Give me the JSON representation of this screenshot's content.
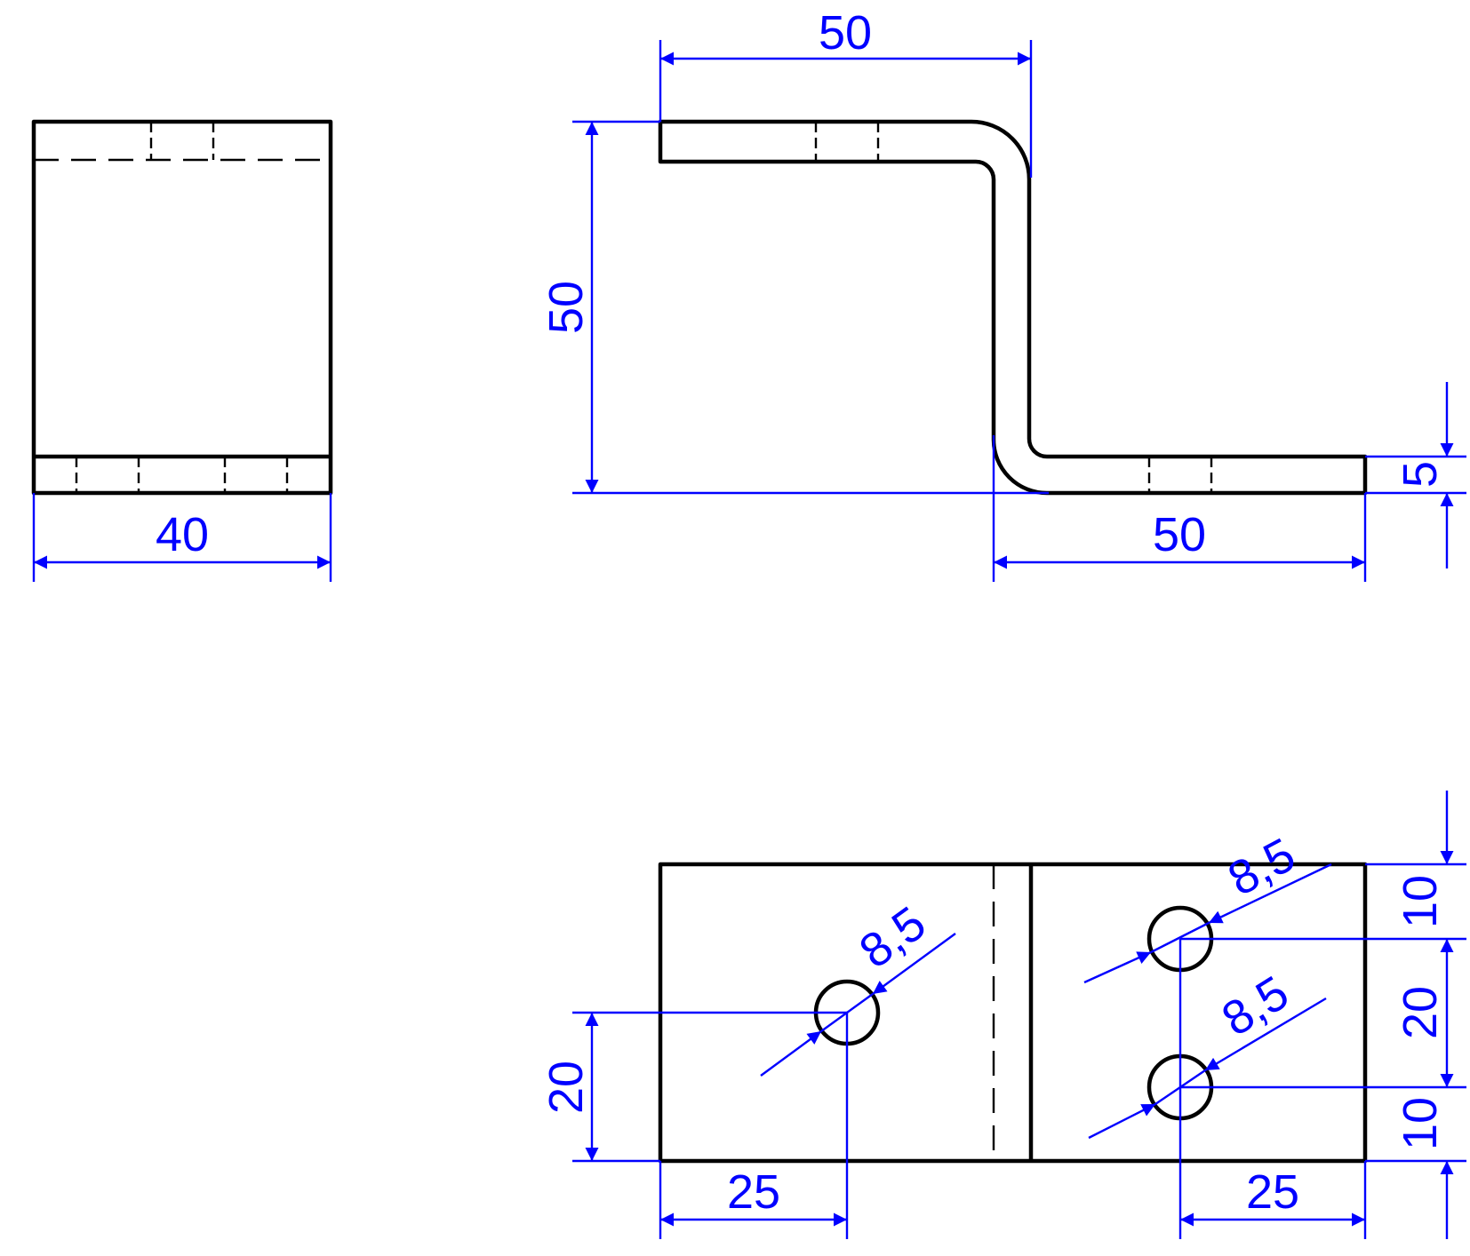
{
  "drawing": {
    "colors": {
      "object_lines": "#000000",
      "dimension_lines": "#0000ff",
      "background": "#ffffff"
    },
    "side_view": {
      "width_dim": "40"
    },
    "front_view": {
      "top_flange_length_dim": "50",
      "overall_height_dim": "50",
      "bottom_flange_length_dim": "50",
      "thickness_dim": "5"
    },
    "top_view": {
      "left_hole": {
        "diameter_dim": "8,5",
        "x_dim": "25",
        "y_dim": "20"
      },
      "right_holes": {
        "upper_diameter_dim": "8,5",
        "lower_diameter_dim": "8,5",
        "x_dim": "25",
        "y_dims": [
          "10",
          "20",
          "10"
        ]
      }
    }
  }
}
